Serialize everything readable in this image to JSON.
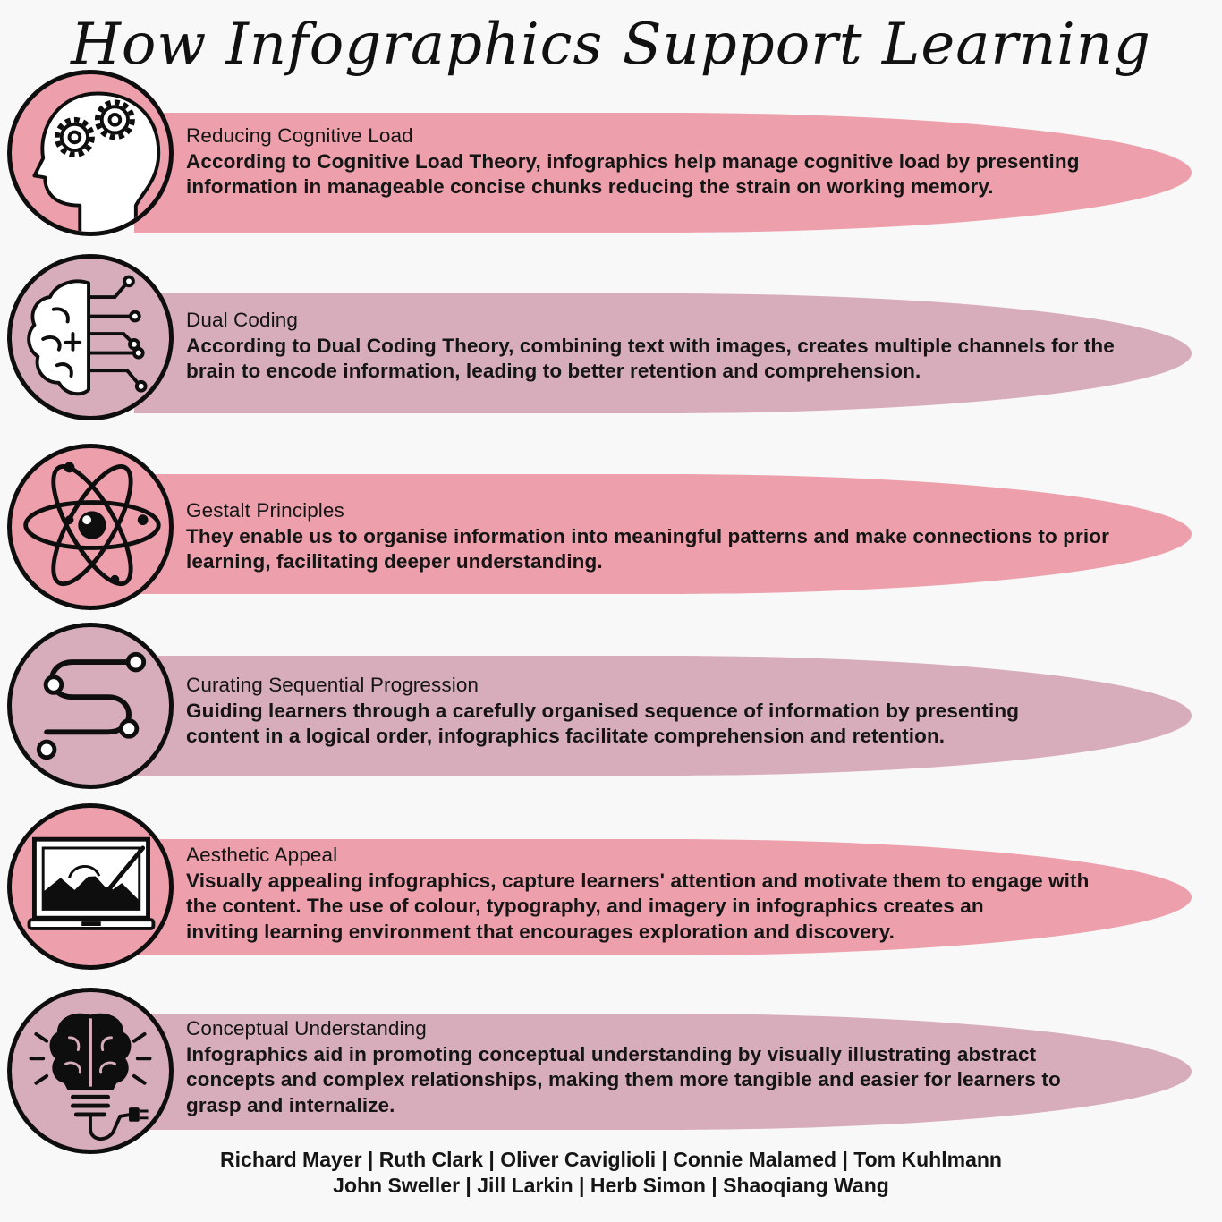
{
  "title": "How Infographics Support Learning",
  "colors": {
    "pink": "#eda0ac",
    "mauve": "#d8adbb",
    "outline": "#0e0e0e",
    "background": "#f8f8f8"
  },
  "sections": [
    {
      "icon": "head-gears-icon",
      "heading": "Reducing Cognitive Load",
      "lines": [
        "According to Cognitive Load Theory, infographics help manage cognitive load by presenting",
        "information in manageable concise chunks reducing the strain on working memory."
      ]
    },
    {
      "icon": "brain-circuit-icon",
      "heading": "Dual Coding",
      "lines": [
        "According to Dual Coding Theory, combining text with images, creates multiple channels for the",
        "brain to encode information, leading to better retention and comprehension."
      ]
    },
    {
      "icon": "atom-icon",
      "heading": "Gestalt Principles",
      "lines": [
        "They enable us to organise information into meaningful patterns and make connections to prior",
        "learning, facilitating deeper understanding."
      ]
    },
    {
      "icon": "path-icon",
      "heading": "Curating Sequential Progression",
      "lines": [
        "Guiding learners through a carefully organised sequence of  information by presenting",
        "content in a logical order, infographics facilitate comprehension and retention."
      ]
    },
    {
      "icon": "laptop-painting-icon",
      "heading": "Aesthetic Appeal",
      "lines": [
        "Visually appealing infographics, capture learners' attention and motivate them to engage with",
        "the content. The use of  colour, typography, and imagery in infographics creates an",
        "inviting learning environment that encourages exploration and discovery."
      ]
    },
    {
      "icon": "brain-bulb-icon",
      "heading": "Conceptual Understanding",
      "lines": [
        "Infographics aid in promoting conceptual understanding by visually illustrating abstract",
        "concepts and complex relationships, making them more tangible and easier for learners to",
        "grasp and internalize."
      ]
    }
  ],
  "credits": [
    "Richard Mayer | Ruth Clark | Oliver Caviglioli | Connie Malamed | Tom Kuhlmann",
    "John Sweller | Jill Larkin | Herb Simon | Shaoqiang Wang"
  ]
}
